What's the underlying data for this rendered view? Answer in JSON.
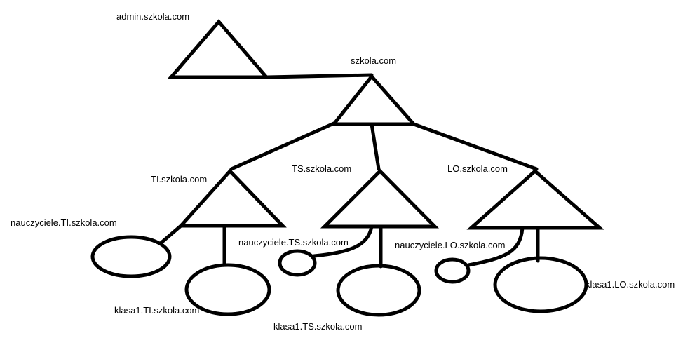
{
  "nodes": {
    "admin": "admin.szkola.com",
    "root": "szkola.com",
    "ti": "TI.szkola.com",
    "ts": "TS.szkola.com",
    "lo": "LO.szkola.com",
    "nauczyciele_ti": "nauczyciele.TI.szkola.com",
    "nauczyciele_ts": "nauczyciele.TS.szkola.com",
    "nauczyciele_lo": "nauczyciele.LO.szkola.com",
    "klasa1_ti": "klasa1.TI.szkola.com",
    "klasa1_ts": "klasa1.TS.szkola.com",
    "klasa1_lo": "klasa1.LO.szkola.com"
  }
}
